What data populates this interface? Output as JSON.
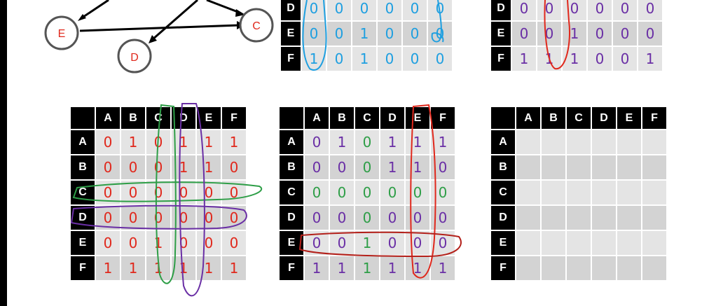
{
  "graph": {
    "nodes": [
      {
        "id": "E",
        "label": "E"
      },
      {
        "id": "C",
        "label": "C"
      },
      {
        "id": "D",
        "label": "D"
      }
    ],
    "node_color": "#e0281c",
    "edge_color": "#000000"
  },
  "matrices": [
    {
      "id": "top-middle",
      "row_headers": [
        "D",
        "E",
        "F"
      ],
      "col_headers": [],
      "cells": [
        [
          "0",
          "0",
          "0",
          "0",
          "0",
          "0"
        ],
        [
          "0",
          "0",
          "1",
          "0",
          "0",
          "0"
        ],
        [
          "1",
          "0",
          "1",
          "0",
          "0",
          "0"
        ]
      ],
      "cell_colors": [
        [
          "#1e9fe0",
          "#1e9fe0",
          "#1e9fe0",
          "#1e9fe0",
          "#1e9fe0",
          "#1e9fe0"
        ],
        [
          "#1e9fe0",
          "#1e9fe0",
          "#1e9fe0",
          "#1e9fe0",
          "#1e9fe0",
          "#1e9fe0"
        ],
        [
          "#1e9fe0",
          "#1e9fe0",
          "#1e9fe0",
          "#1e9fe0",
          "#1e9fe0",
          "#1e9fe0"
        ]
      ]
    },
    {
      "id": "top-right",
      "row_headers": [
        "D",
        "E",
        "F"
      ],
      "col_headers": [],
      "cells": [
        [
          "0",
          "0",
          "0",
          "0",
          "0",
          "0"
        ],
        [
          "0",
          "0",
          "1",
          "0",
          "0",
          "0"
        ],
        [
          "1",
          "1",
          "1",
          "0",
          "0",
          "1"
        ]
      ],
      "cell_colors": [
        [
          "#6a2fa5",
          "#6a2fa5",
          "#6a2fa5",
          "#6a2fa5",
          "#6a2fa5",
          "#6a2fa5"
        ],
        [
          "#6a2fa5",
          "#6a2fa5",
          "#6a2fa5",
          "#6a2fa5",
          "#6a2fa5",
          "#6a2fa5"
        ],
        [
          "#6a2fa5",
          "#6a2fa5",
          "#6a2fa5",
          "#6a2fa5",
          "#6a2fa5",
          "#6a2fa5"
        ]
      ]
    },
    {
      "id": "bottom-left",
      "row_headers": [
        "A",
        "B",
        "C",
        "D",
        "E",
        "F"
      ],
      "col_headers": [
        "A",
        "B",
        "C",
        "D",
        "E",
        "F"
      ],
      "cells": [
        [
          "0",
          "1",
          "0",
          "1",
          "1",
          "1"
        ],
        [
          "0",
          "0",
          "0",
          "1",
          "1",
          "0"
        ],
        [
          "0",
          "0",
          "0",
          "0",
          "0",
          "0"
        ],
        [
          "0",
          "0",
          "0",
          "0",
          "0",
          "0"
        ],
        [
          "0",
          "0",
          "1",
          "0",
          "0",
          "0"
        ],
        [
          "1",
          "1",
          "1",
          "1",
          "1",
          "1"
        ]
      ],
      "cell_colors": [
        [
          "#e0281c",
          "#e0281c",
          "#e0281c",
          "#e0281c",
          "#e0281c",
          "#e0281c"
        ],
        [
          "#e0281c",
          "#e0281c",
          "#e0281c",
          "#e0281c",
          "#e0281c",
          "#e0281c"
        ],
        [
          "#e0281c",
          "#e0281c",
          "#e0281c",
          "#e0281c",
          "#e0281c",
          "#e0281c"
        ],
        [
          "#e0281c",
          "#e0281c",
          "#e0281c",
          "#e0281c",
          "#e0281c",
          "#e0281c"
        ],
        [
          "#e0281c",
          "#e0281c",
          "#e0281c",
          "#e0281c",
          "#e0281c",
          "#e0281c"
        ],
        [
          "#e0281c",
          "#e0281c",
          "#e0281c",
          "#e0281c",
          "#e0281c",
          "#e0281c"
        ]
      ]
    },
    {
      "id": "bottom-middle",
      "row_headers": [
        "A",
        "B",
        "C",
        "D",
        "E",
        "F"
      ],
      "col_headers": [
        "A",
        "B",
        "C",
        "D",
        "E",
        "F"
      ],
      "cells": [
        [
          "0",
          "1",
          "0",
          "1",
          "1",
          "1"
        ],
        [
          "0",
          "0",
          "0",
          "1",
          "1",
          "0"
        ],
        [
          "0",
          "0",
          "0",
          "0",
          "0",
          "0"
        ],
        [
          "0",
          "0",
          "0",
          "0",
          "0",
          "0"
        ],
        [
          "0",
          "0",
          "1",
          "0",
          "0",
          "0"
        ],
        [
          "1",
          "1",
          "1",
          "1",
          "1",
          "1"
        ]
      ],
      "cell_colors": [
        [
          "#6a2fa5",
          "#6a2fa5",
          "#2e9e47",
          "#6a2fa5",
          "#6a2fa5",
          "#6a2fa5"
        ],
        [
          "#6a2fa5",
          "#6a2fa5",
          "#2e9e47",
          "#6a2fa5",
          "#6a2fa5",
          "#6a2fa5"
        ],
        [
          "#2e9e47",
          "#2e9e47",
          "#2e9e47",
          "#2e9e47",
          "#2e9e47",
          "#2e9e47"
        ],
        [
          "#6a2fa5",
          "#6a2fa5",
          "#2e9e47",
          "#6a2fa5",
          "#6a2fa5",
          "#6a2fa5"
        ],
        [
          "#6a2fa5",
          "#6a2fa5",
          "#2e9e47",
          "#6a2fa5",
          "#6a2fa5",
          "#6a2fa5"
        ],
        [
          "#6a2fa5",
          "#6a2fa5",
          "#2e9e47",
          "#6a2fa5",
          "#6a2fa5",
          "#6a2fa5"
        ]
      ]
    },
    {
      "id": "bottom-right",
      "row_headers": [
        "A",
        "B",
        "C",
        "D",
        "E",
        "F"
      ],
      "col_headers": [
        "A",
        "B",
        "C",
        "D",
        "E",
        "F"
      ],
      "cells": [
        [
          "",
          "",
          "",
          "",
          "",
          ""
        ],
        [
          "",
          "",
          "",
          "",
          "",
          ""
        ],
        [
          "",
          "",
          "",
          "",
          "",
          ""
        ],
        [
          "",
          "",
          "",
          "",
          "",
          ""
        ],
        [
          "",
          "",
          "",
          "",
          "",
          ""
        ],
        [
          "",
          "",
          "",
          "",
          "",
          ""
        ]
      ]
    }
  ],
  "annotation_colors": {
    "blue": "#1e9fe0",
    "red": "#e0281c",
    "green": "#2e9e47",
    "purple": "#6a2fa5",
    "darkred": "#b3201a"
  }
}
